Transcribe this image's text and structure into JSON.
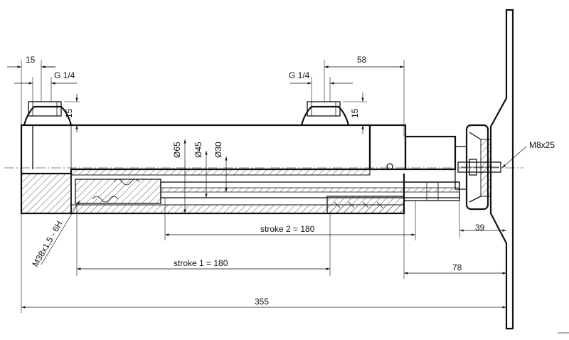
{
  "annotations": {
    "port_left_offset": "15",
    "port_left_thread": "G 1/4",
    "port_left_height": "15",
    "port_right_thread": "G 1/4",
    "port_right_height": "15",
    "port_right_offset": "58",
    "dia_outer": "Ø65",
    "dia_bore": "Ø45",
    "dia_rod": "Ø30",
    "bolt": "M8x25",
    "flange_offset": "39",
    "rod_thread": "M38x1,5 - 6H",
    "stroke2": "stroke 2 = 180",
    "stroke1": "stroke 1 = 180",
    "mount_offset": "78",
    "overall_length": "355"
  }
}
